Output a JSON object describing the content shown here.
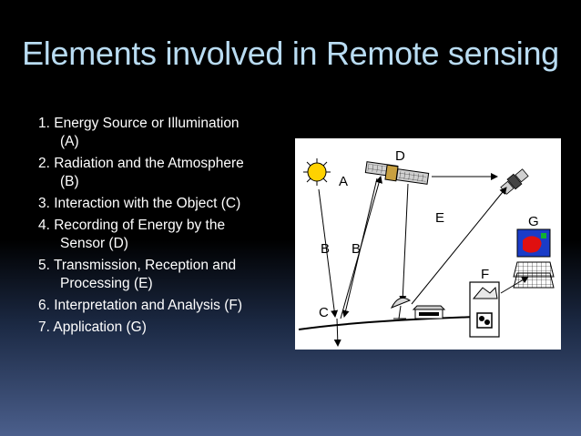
{
  "slide": {
    "title": "Elements involved in Remote sensing",
    "items": [
      {
        "main": "1. Energy Source or Illumination",
        "cont": "(A)"
      },
      {
        "main": "2. Radiation and the Atmosphere",
        "cont": "(B)"
      },
      {
        "main": "3. Interaction with the Object (C)",
        "cont": ""
      },
      {
        "main": "4. Recording of Energy by the",
        "cont": "Sensor (D)"
      },
      {
        "main": "5. Transmission, Reception and",
        "cont": "Processing (E)"
      },
      {
        "main": "6. Interpretation and Analysis (F)",
        "cont": ""
      },
      {
        "main": "7. Application (G)",
        "cont": ""
      }
    ]
  },
  "diagram": {
    "labels": {
      "a": "A",
      "b1": "B",
      "b2": "B",
      "c": "C",
      "d": "D",
      "e": "E",
      "f": "F",
      "g": "G"
    },
    "icons": [
      "sun-icon",
      "satellite-icon",
      "relay-satellite-icon",
      "ground-antenna-icon",
      "receiving-station-icon",
      "analysis-display-icon",
      "application-map-icon"
    ],
    "colors": {
      "title": "#b9dcf2",
      "sun": "#ffd200",
      "map_red": "#e01010",
      "map_blue": "#1a3cc8",
      "map_green": "#10b030"
    }
  }
}
